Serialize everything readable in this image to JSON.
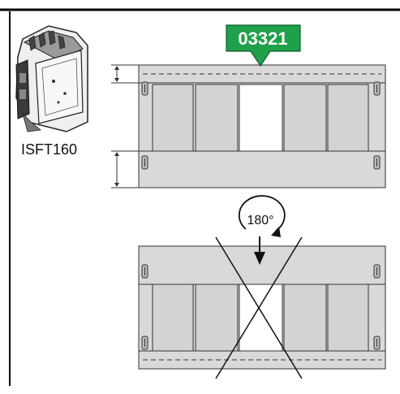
{
  "device": {
    "label": "ISFT160",
    "icon": "fuse-switch-disconnector-icon"
  },
  "callout": {
    "code": "03321",
    "color": "#1fa04a"
  },
  "rotation": {
    "label": "180°",
    "icon": "rotate-arrow-icon"
  },
  "correct_panel": {
    "status": "correct",
    "fill": "#d9d9d9"
  },
  "incorrect_panel": {
    "status": "incorrect",
    "marker": "cross-out-icon"
  }
}
